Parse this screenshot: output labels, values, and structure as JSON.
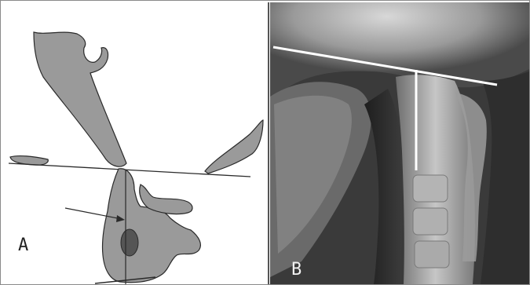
{
  "figure": {
    "panels": [
      {
        "label": "A",
        "kind": "schematic-drawing",
        "colors": {
          "bone_fill": "#9a9a9a",
          "bone_stroke": "#2a2a2a",
          "marker": "#555555"
        }
      },
      {
        "label": "B",
        "kind": "lateral-radiograph",
        "colors": {
          "measure_line": "#ffffff"
        }
      }
    ]
  }
}
